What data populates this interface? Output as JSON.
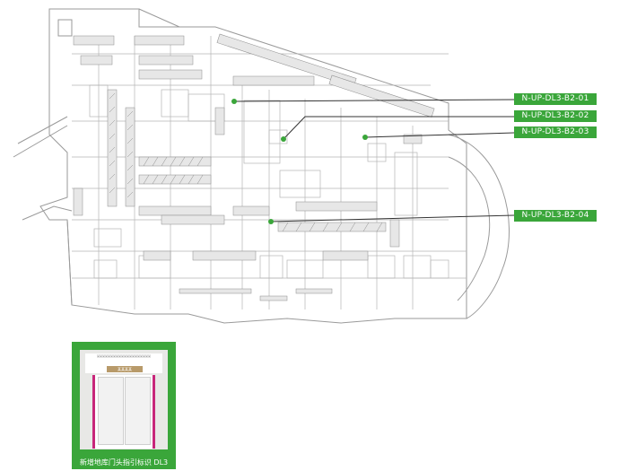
{
  "labels": {
    "tag1": "N-UP-DL3-B2-01",
    "tag2": "N-UP-DL3-B2-02",
    "tag3": "N-UP-DL3-B2-03",
    "tag4": "N-UP-DL3-B2-04"
  },
  "thumbnail": {
    "caption": "新增地库门头指引标识 DL3",
    "banner_text": "某某某某某某某某某某某某某某某某某某某某",
    "logo_text": "某某某某"
  },
  "colors": {
    "accent_green": "#3aa63a",
    "plan_line": "#9a9a9a",
    "hatch": "#8c8c8c",
    "door_frame": "#c8267a"
  },
  "icons": {
    "marker": "green-dot-marker"
  }
}
